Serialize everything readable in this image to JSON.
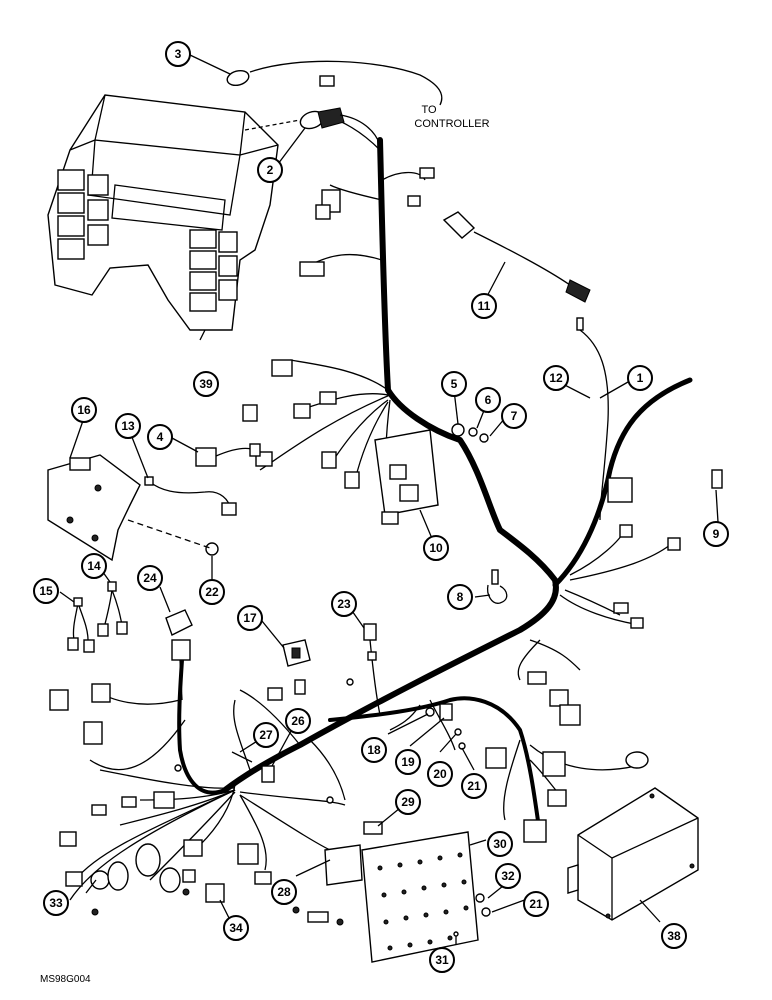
{
  "diagram": {
    "note_to": "TO",
    "note_controller": "CONTROLLER",
    "figure_code": "MS98G004"
  },
  "callouts": [
    {
      "id": "c1",
      "label": "1"
    },
    {
      "id": "c2",
      "label": "2"
    },
    {
      "id": "c3",
      "label": "3"
    },
    {
      "id": "c4",
      "label": "4"
    },
    {
      "id": "c5",
      "label": "5"
    },
    {
      "id": "c6",
      "label": "6"
    },
    {
      "id": "c7",
      "label": "7"
    },
    {
      "id": "c8",
      "label": "8"
    },
    {
      "id": "c9",
      "label": "9"
    },
    {
      "id": "c10",
      "label": "10"
    },
    {
      "id": "c11",
      "label": "11"
    },
    {
      "id": "c12",
      "label": "12"
    },
    {
      "id": "c13",
      "label": "13"
    },
    {
      "id": "c14",
      "label": "14"
    },
    {
      "id": "c15",
      "label": "15"
    },
    {
      "id": "c16",
      "label": "16"
    },
    {
      "id": "c17",
      "label": "17"
    },
    {
      "id": "c18",
      "label": "18"
    },
    {
      "id": "c19",
      "label": "19"
    },
    {
      "id": "c20",
      "label": "20"
    },
    {
      "id": "c21a",
      "label": "21"
    },
    {
      "id": "c21b",
      "label": "21"
    },
    {
      "id": "c22",
      "label": "22"
    },
    {
      "id": "c23",
      "label": "23"
    },
    {
      "id": "c24",
      "label": "24"
    },
    {
      "id": "c26",
      "label": "26"
    },
    {
      "id": "c27",
      "label": "27"
    },
    {
      "id": "c28",
      "label": "28"
    },
    {
      "id": "c29",
      "label": "29"
    },
    {
      "id": "c30",
      "label": "30"
    },
    {
      "id": "c31",
      "label": "31"
    },
    {
      "id": "c32",
      "label": "32"
    },
    {
      "id": "c33",
      "label": "33"
    },
    {
      "id": "c34",
      "label": "34"
    },
    {
      "id": "c38",
      "label": "38"
    },
    {
      "id": "c39",
      "label": "39"
    }
  ]
}
